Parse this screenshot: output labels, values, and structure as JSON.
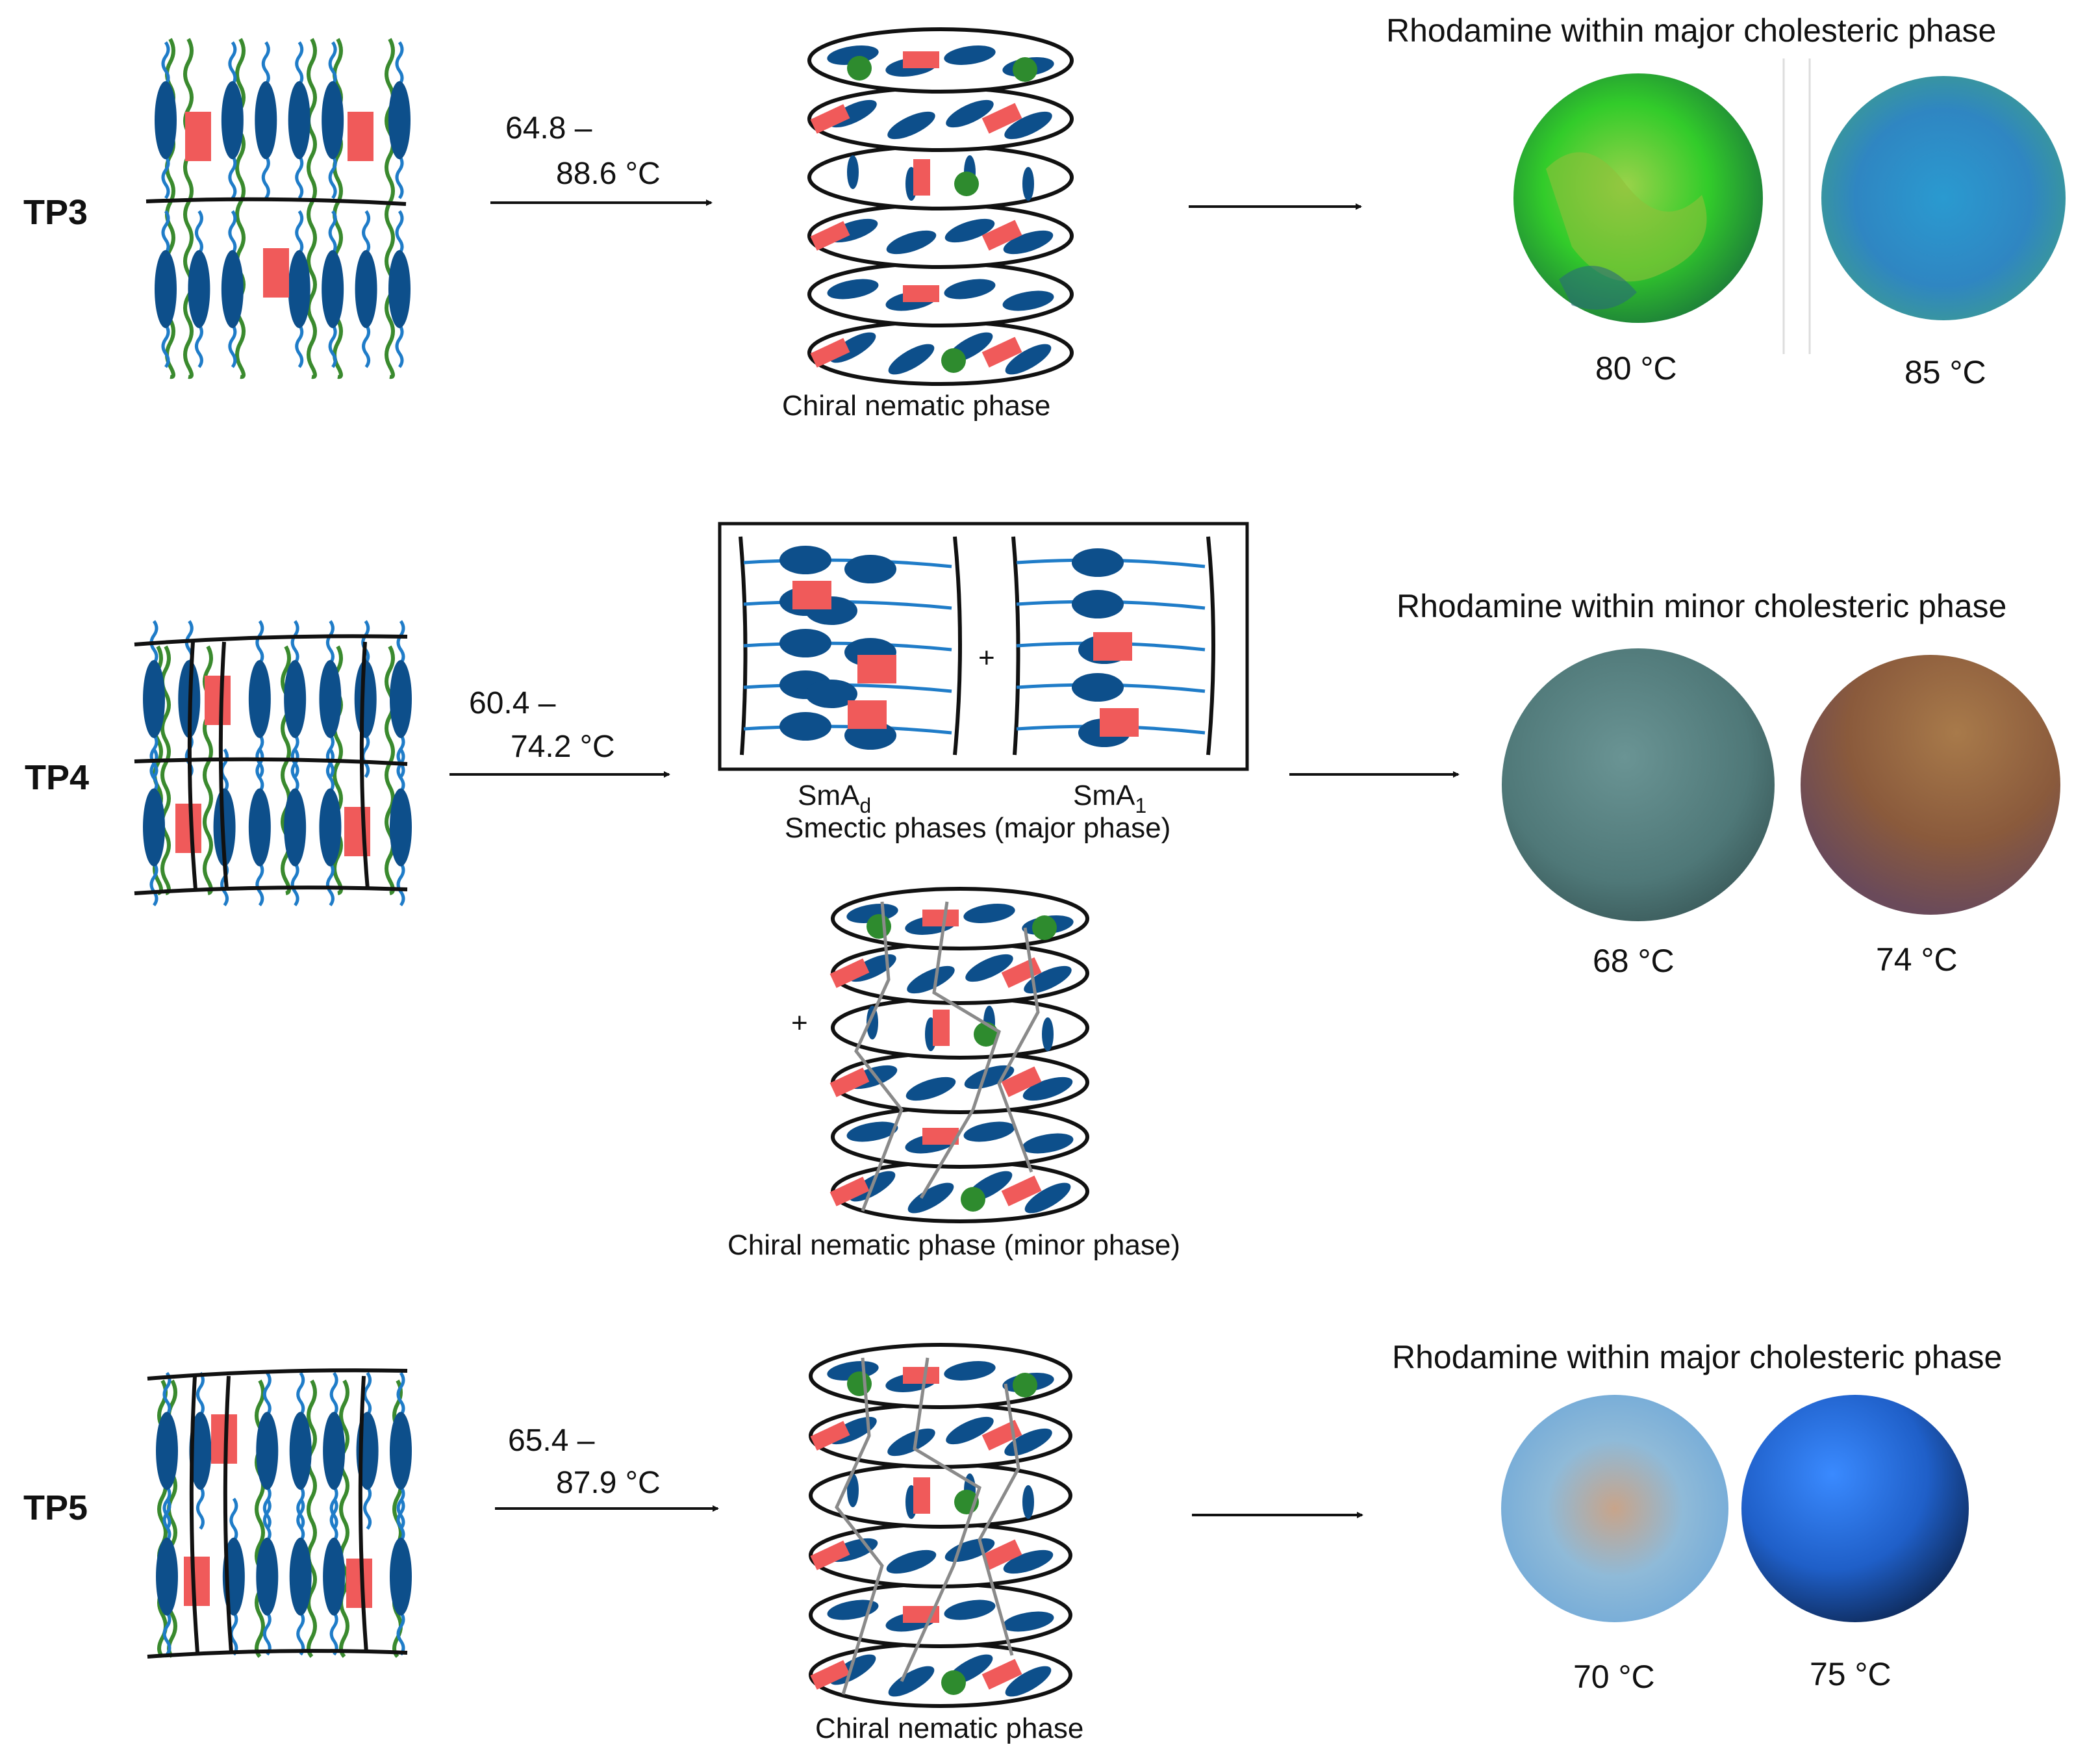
{
  "colors": {
    "molecule": "#0d4f8b",
    "tail": "#1f7cc8",
    "dopant": "#f05a5a",
    "chain": "#3a8a2e",
    "dot": "#2e8b2e",
    "crosslink": "#8a8a8a",
    "line": "#111111"
  },
  "rows": [
    {
      "label": "TP3",
      "temp_line1": "64.8 –",
      "temp_line2": "88.6 °C",
      "structure": "Chiral nematic phase",
      "heading": "Rhodamine within major cholesteric phase",
      "images": [
        {
          "temp": "80 °C",
          "color": "#2fc82a"
        },
        {
          "temp": "85 °C",
          "color": "#2f86c2"
        }
      ]
    },
    {
      "label": "TP4",
      "temp_line1": "60.4 –",
      "temp_line2": "74.2 °C",
      "smectic_left": "SmA",
      "smectic_left_sub": "d",
      "smectic_right": "SmA",
      "smectic_right_sub": "1",
      "plus": "+",
      "smectic_caption": "Smectic phases (major phase)",
      "minor_plus": "+",
      "structure": "Chiral nematic phase (minor phase)",
      "heading": "Rhodamine within minor cholesteric phase",
      "images": [
        {
          "temp": "68 °C",
          "color": "#4f7878"
        },
        {
          "temp": "74 °C",
          "color": "#8a5a3c"
        }
      ]
    },
    {
      "label": "TP5",
      "temp_line1": "65.4 –",
      "temp_line2": "87.9 °C",
      "structure": "Chiral nematic phase",
      "heading": "Rhodamine within major cholesteric phase",
      "images": [
        {
          "temp": "70 °C",
          "color": "#7fb2d8"
        },
        {
          "temp": "75 °C",
          "color": "#1f5fc8"
        }
      ]
    }
  ]
}
